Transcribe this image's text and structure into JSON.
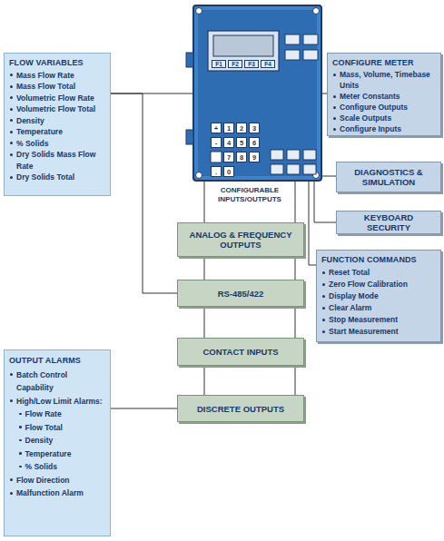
{
  "diagram": {
    "nodes": [
      {
        "text": [
          "F1",
          "F2",
          "F3",
          "F4",
          "+",
          "1",
          "2",
          "3",
          "-",
          "4",
          "5",
          "6",
          "7",
          "8",
          "9",
          ".",
          "0"
        ]
      },
      {
        "text": [
          "FLOW VARIABLES",
          "Mass Flow Rate",
          "Mass Flow Total",
          "Volumetric Flow Rate",
          "Volumetric Flow Total",
          "Density",
          "Temperature",
          "% Solids",
          "Dry Solids Mass Flow Rate",
          "Dry Solids Total"
        ]
      },
      {
        "text": [
          "CONFIGURE METER",
          "Mass, Volume, Timebase Units",
          "Meter Constants",
          "Configure Outputs",
          "Scale Outputs",
          "Configure Inputs"
        ]
      },
      {
        "text": [
          "DIAGNOSTICS & SIMULATION"
        ]
      },
      {
        "text": [
          "KEYBOARD SECURITY"
        ]
      },
      {
        "text": [
          "ANALOG & FREQUENCY OUTPUTS"
        ]
      },
      {
        "text": [
          "RS-485/422"
        ]
      },
      {
        "text": [
          "FUNCTION COMMANDS",
          "Reset Total",
          "Zero Flow Calibration",
          "Display Mode",
          "Clear Alarm",
          "Stop Measurement",
          "Start Measurement"
        ]
      },
      {
        "text": [
          "CONTACT INPUTS"
        ]
      },
      {
        "text": [
          "OUTPUT ALARMS",
          "Batch Control Capability",
          "High/Low Limit Alarms:",
          "Flow Rate",
          "Flow Total",
          "Density",
          "Temperature",
          "% Solids",
          "Flow Direction",
          "Malfunction Alarm"
        ]
      },
      {
        "text": [
          "DISCRETE OUTPUTS"
        ]
      }
    ],
    "edges": [
      {
        "from": 1,
        "to": 0,
        "arrow": "none"
      },
      {
        "from": 0,
        "to": 2,
        "arrow": "none"
      },
      {
        "from": 0,
        "to": 3,
        "arrow": "none"
      },
      {
        "from": 0,
        "to": 4,
        "arrow": "none"
      },
      {
        "from": 0,
        "to": 7,
        "arrow": "none"
      },
      {
        "from": 0,
        "to": 5,
        "arrow": "none"
      },
      {
        "from": 5,
        "to": 6,
        "arrow": "none"
      },
      {
        "from": 1,
        "to": 6,
        "arrow": "none"
      },
      {
        "from": 6,
        "to": 8,
        "arrow": "none"
      },
      {
        "from": 8,
        "to": 10,
        "arrow": "none"
      },
      {
        "from": 9,
        "to": 10,
        "arrow": "none"
      }
    ],
    "labels": [
      "CONFIGURABLE INPUTS/OUTPUTS"
    ]
  }
}
